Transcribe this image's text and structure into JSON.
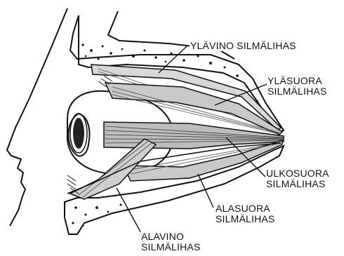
{
  "labels": {
    "superior_oblique": "YLÄVINO SILMÄLIHAS",
    "superior_rectus_line1": "YLÄSUORA",
    "superior_rectus_line2": "SILMÄLIHAS",
    "lateral_rectus_line1": "ULKOSUORA",
    "lateral_rectus_line2": "SILMÄLIHAS",
    "inferior_rectus_line1": "ALASUORA",
    "inferior_rectus_line2": "SILMÄLIHAS",
    "inferior_oblique_line1": "ALAVINO",
    "inferior_oblique_line2": "SILMÄLIHAS"
  },
  "colors": {
    "ink": "#111111",
    "paper": "#ffffff"
  }
}
